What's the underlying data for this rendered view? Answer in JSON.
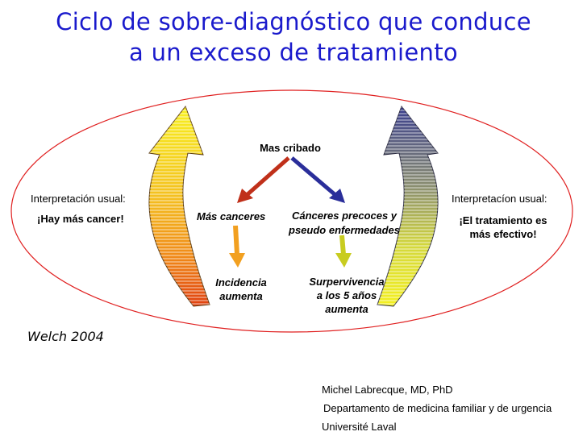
{
  "title_line1": "Ciclo de sobre-diagnóstico que conduce",
  "title_line2": "a un exceso de tratamiento",
  "diagram": {
    "top_label": "Mas cribado",
    "left_branch_label": "Más canceres",
    "right_branch_label_line1": "Cánceres  precoces y",
    "right_branch_label_line2": "pseudo enfermedades",
    "left_result_line1": "Incidencia",
    "left_result_line2": "aumenta",
    "right_result_line1": "Surpervivencia",
    "right_result_line2": "a los 5 años",
    "right_result_line3": "aumenta",
    "left_interpretation_heading": "Interpretación usual:",
    "left_interpretation_text": "¡Hay más cancer!",
    "right_interpretation_heading": "Interpretacíon usual:",
    "right_interpretation_line1": "¡El tratamiento es",
    "right_interpretation_line2": "más efectivo!"
  },
  "citation": "Welch 2004",
  "author": {
    "name": "Michel Labrecque, MD, PhD",
    "department": "Departamento de medicina familiar y de urgencia",
    "university": "Université Laval"
  },
  "colors": {
    "title": "#1a1acc",
    "ellipse": "#e02020",
    "arrow_red": "#c0301a",
    "arrow_blue": "#2a2e9a",
    "arrow_orange": "#f2a020",
    "arrow_lime": "#c8cc20"
  }
}
